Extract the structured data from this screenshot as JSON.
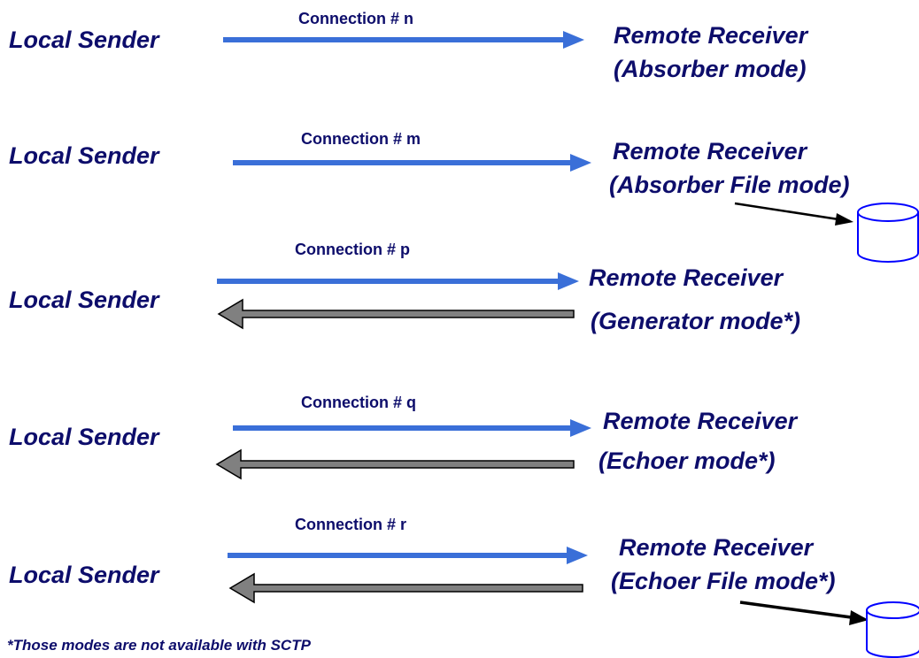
{
  "colors": {
    "text": "#0d0d6b",
    "arrow_send": "#3a6fd8",
    "arrow_return": "#808080",
    "disk_outline": "#0000ff"
  },
  "connections": [
    {
      "sender": "Local Sender",
      "label": "Connection # n",
      "receiver_line1": "Remote Receiver",
      "receiver_line2": "(Absorber mode)"
    },
    {
      "sender": "Local Sender",
      "label": "Connection  # m",
      "receiver_line1": "Remote Receiver",
      "receiver_line2": "(Absorber File mode)"
    },
    {
      "sender": "Local Sender",
      "label": "Connection # p",
      "receiver_line1": "Remote Receiver",
      "receiver_line2": "(Generator mode*)"
    },
    {
      "sender": "Local Sender",
      "label": "Connection  # q",
      "receiver_line1": "Remote Receiver",
      "receiver_line2": "(Echoer mode*)"
    },
    {
      "sender": "Local Sender",
      "label": "Connection  # r",
      "receiver_line1": "Remote Receiver",
      "receiver_line2": "(Echoer File mode*)"
    }
  ],
  "footnote": "*Those modes are not available with SCTP"
}
